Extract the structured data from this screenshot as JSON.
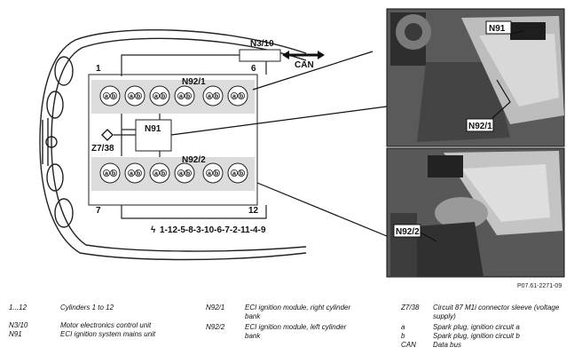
{
  "labels": {
    "n3_10": "N3/10",
    "can": "CAN",
    "n92_1": "N92/1",
    "n92_2": "N92/2",
    "n91": "N91",
    "z7_38": "Z7/38",
    "cyl_1": "1",
    "cyl_6": "6",
    "cyl_7": "7",
    "cyl_12": "12",
    "plug_a": "a",
    "plug_b": "b",
    "firing_order": "1-12-5-8-3-10-6-7-2-11-4-9",
    "spark_symbol": "ϟ"
  },
  "photos": {
    "top_n91": "N91",
    "top_n92_1": "N92/1",
    "bottom_n92_2": "N92/2"
  },
  "reference": "P07.61-2271-09",
  "legend": [
    {
      "key": "1...12",
      "text": "Cylinders 1 to 12"
    },
    {
      "key": "N3/10",
      "text": "Motor electronics control unit"
    },
    {
      "key": "N91",
      "text": "ECI ignition system mains unit"
    },
    {
      "key": "N92/1",
      "text": "ECI ignition module, right cylinder bank"
    },
    {
      "key": "N92/2",
      "text": "ECI ignition module, left cylinder bank"
    },
    {
      "key": "Z7/38",
      "text": "Circuit 87 M1i connector sleeve (voltage supply)"
    },
    {
      "key": "a",
      "text": "Spark plug, ignition circuit a"
    },
    {
      "key": "b",
      "text": "Spark plug, ignition circuit b"
    },
    {
      "key": "CAN",
      "text": "Data bus"
    }
  ]
}
